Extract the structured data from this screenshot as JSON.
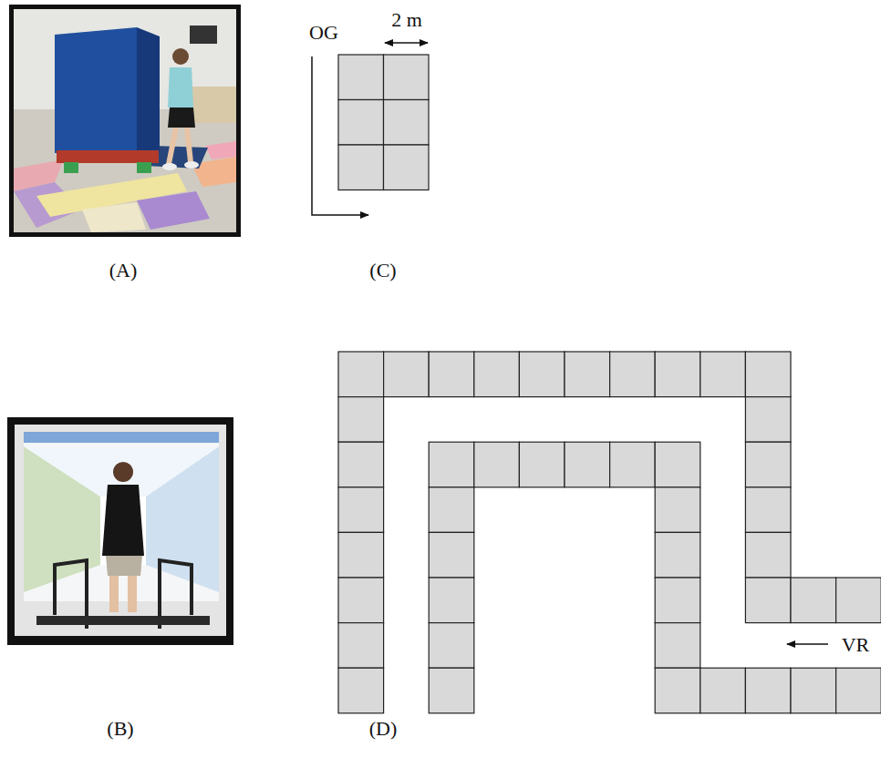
{
  "diagram": {
    "labels": [
      "OG",
      "2 m",
      "(A)",
      "(C)",
      "(B)",
      "(D)",
      "VR"
    ]
  }
}
